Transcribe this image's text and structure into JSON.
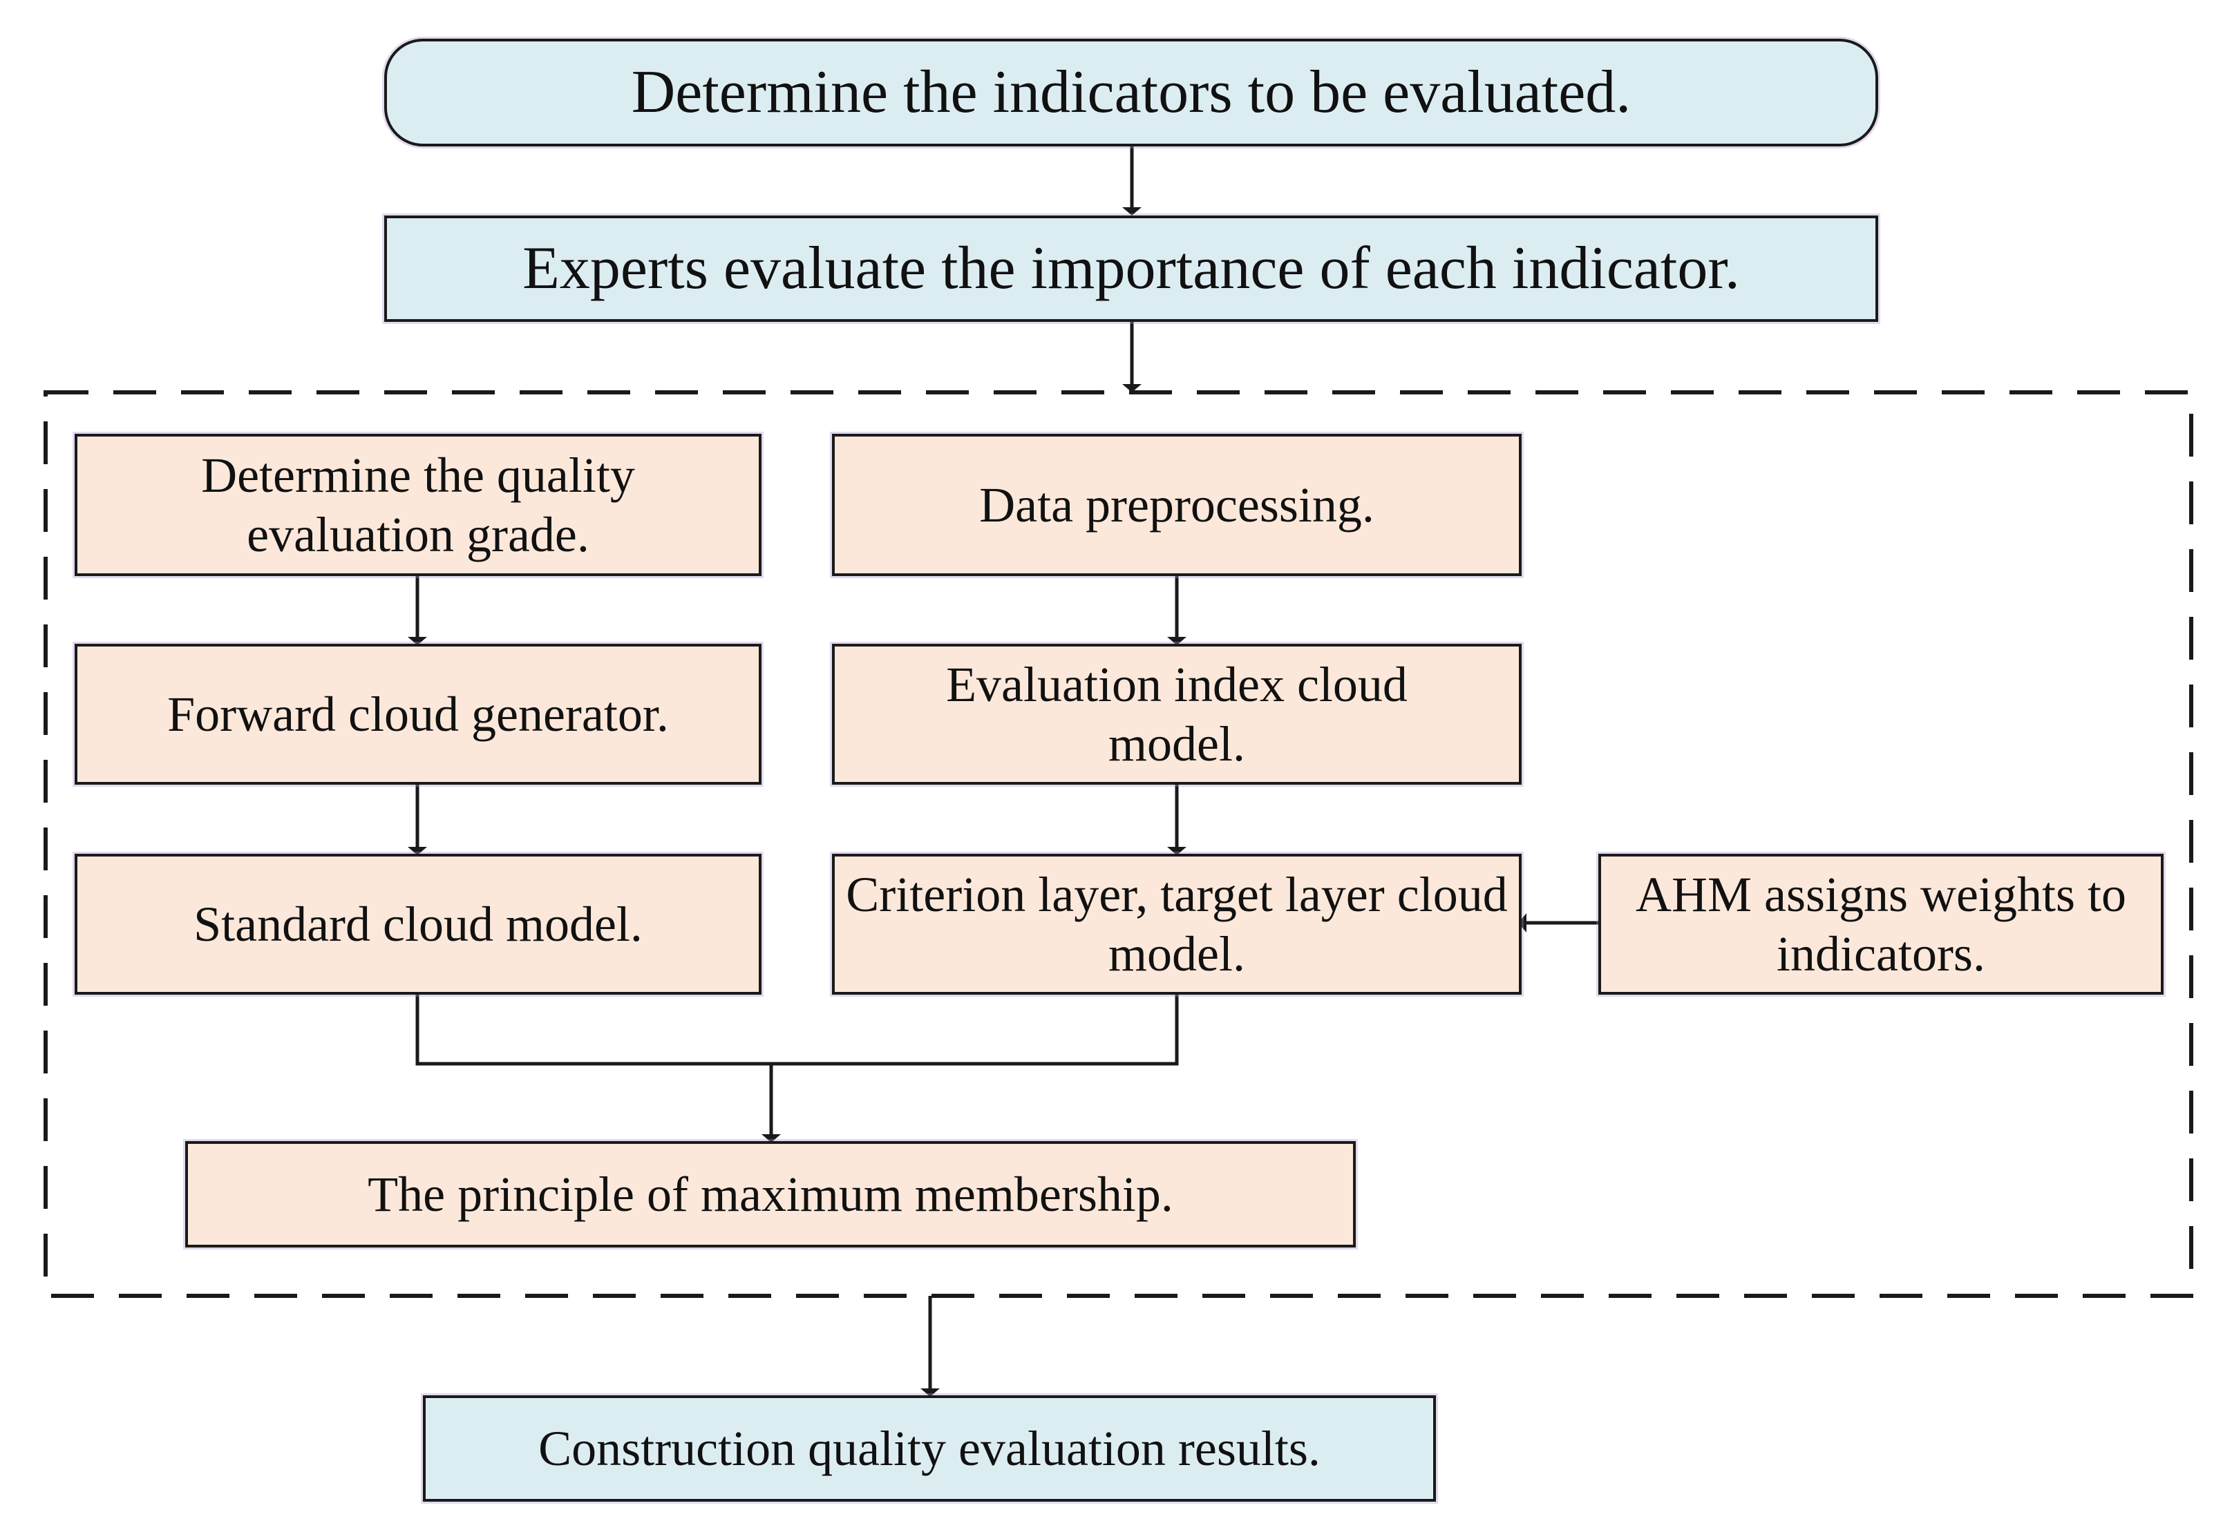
{
  "colors": {
    "blue_fill": "#dcedf2",
    "peach_fill": "#fce8da",
    "line": "#1a1a1a"
  },
  "nodes": {
    "determine_indicators": "Determine the indicators to be evaluated.",
    "experts_evaluate": "Experts evaluate the importance of each indicator.",
    "quality_grade": "Determine the quality evaluation grade.",
    "data_preprocessing": "Data preprocessing.",
    "forward_cloud": "Forward cloud generator.",
    "index_cloud": "Evaluation index cloud model.",
    "standard_cloud": "Standard cloud model.",
    "criterion_cloud": "Criterion layer, target layer cloud model.",
    "ahm_weights": "AHM assigns weights to indicators.",
    "max_membership": "The principle of maximum membership.",
    "results": "Construction quality evaluation results."
  }
}
